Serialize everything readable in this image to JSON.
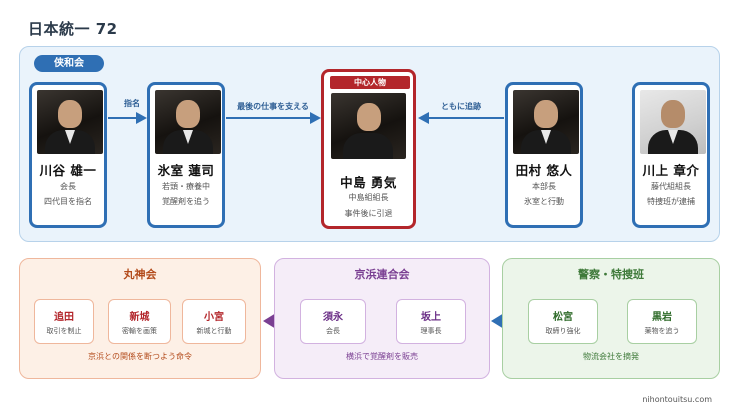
{
  "title": "日本統一 72",
  "group": {
    "tag": "侠和会",
    "people": [
      {
        "name": "川谷 雄一",
        "lines": [
          "会長",
          "四代目を指名"
        ]
      },
      {
        "name": "氷室 蓮司",
        "lines": [
          "若頭・療養中",
          "覚醒剤を追う"
        ]
      },
      {
        "badge": "中心人物",
        "name": "中島 勇気",
        "lines": [
          "中島組組長",
          "事件後に引退"
        ]
      },
      {
        "name": "田村 悠人",
        "lines": [
          "本部長",
          "氷室と行動"
        ]
      },
      {
        "name": "川上 章介",
        "lines": [
          "藤代組組長",
          "特捜班が逮捕"
        ]
      }
    ],
    "relations": [
      "指名",
      "最後の仕事を支える",
      "ともに追跡"
    ]
  },
  "orgs": [
    {
      "title": "丸神会",
      "members": [
        {
          "name": "追田",
          "desc": "取引を制止"
        },
        {
          "name": "新城",
          "desc": "密輸を画策"
        },
        {
          "name": "小宮",
          "desc": "新城と行動"
        }
      ],
      "note": "京浜との関係を断つよう命令"
    },
    {
      "title": "京浜連合会",
      "members": [
        {
          "name": "須永",
          "desc": "会長"
        },
        {
          "name": "坂上",
          "desc": "理事長"
        }
      ],
      "note": "横浜で覚醒剤を販売"
    },
    {
      "title": "警察・特捜班",
      "members": [
        {
          "name": "松宮",
          "desc": "取締り強化"
        },
        {
          "name": "黒岩",
          "desc": "薬物を追う"
        }
      ],
      "note": "物流会社を摘発"
    }
  ],
  "footer": "nihontouitsu.com",
  "colors": {
    "group_blue": "#2f6fb4",
    "center_red": "#b3262b",
    "org_red": "#b34a1a",
    "org_purple": "#7a3f92",
    "org_green": "#3f7a3a"
  }
}
